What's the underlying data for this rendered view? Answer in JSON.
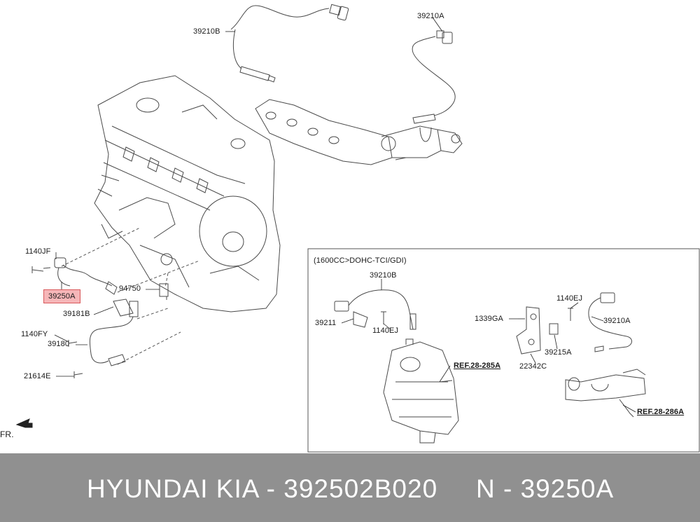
{
  "inset_title": "(1600CC>DOHC-TCI/GDI)",
  "labels": {
    "l_39210B_top": "39210B",
    "l_39210A_top": "39210A",
    "l_1140JF": "1140JF",
    "l_39250A": "39250A",
    "l_94750": "94750",
    "l_39181B": "39181B",
    "l_1140FY": "1140FY",
    "l_39180": "39180",
    "l_21614E": "21614E",
    "l_FR": "FR.",
    "l_39210B_in": "39210B",
    "l_39211": "39211",
    "l_1140EJ_in": "1140EJ",
    "l_1339GA": "1339GA",
    "l_1140EJ_r": "1140EJ",
    "l_39210A_r": "39210A",
    "l_39215A": "39215A",
    "l_22342C": "22342C",
    "l_ref285": "REF.28-285A",
    "l_ref286": "REF.28-286A"
  },
  "footer": {
    "brand": "HYUNDAI  KIA - 392502B020",
    "code": "N - 39250A"
  },
  "colors": {
    "highlight_fill": "#f6b6b8",
    "highlight_border": "#d9595c",
    "footer_bg": "#909090",
    "line": "#3a3a3a"
  }
}
